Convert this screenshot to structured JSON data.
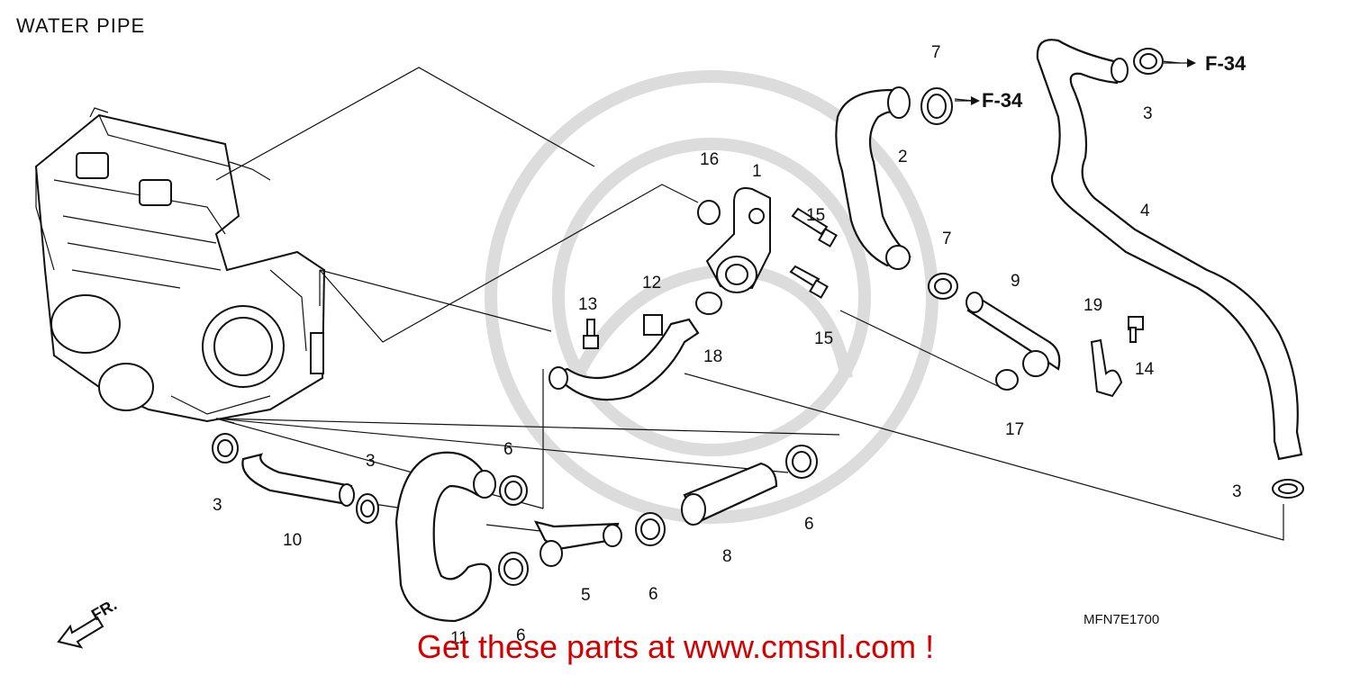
{
  "header": {
    "title": "WATER PIPE"
  },
  "footer": {
    "diagram_code": "MFN7E1700",
    "promo": "Get these parts at www.cmsnl.com !"
  },
  "direction_marker": {
    "label": "FR.",
    "icon": "front-arrow-icon"
  },
  "frame_refs": [
    {
      "id": "f34a",
      "label": "F-34"
    },
    {
      "id": "f34b",
      "label": "F-34"
    }
  ],
  "callouts": [
    {
      "id": "c1",
      "label": "1"
    },
    {
      "id": "c2",
      "label": "2"
    },
    {
      "id": "c3a",
      "label": "3"
    },
    {
      "id": "c3b",
      "label": "3"
    },
    {
      "id": "c3c",
      "label": "3"
    },
    {
      "id": "c3d",
      "label": "3"
    },
    {
      "id": "c4",
      "label": "4"
    },
    {
      "id": "c5",
      "label": "5"
    },
    {
      "id": "c6a",
      "label": "6"
    },
    {
      "id": "c6b",
      "label": "6"
    },
    {
      "id": "c6c",
      "label": "6"
    },
    {
      "id": "c6d",
      "label": "6"
    },
    {
      "id": "c7a",
      "label": "7"
    },
    {
      "id": "c7b",
      "label": "7"
    },
    {
      "id": "c8",
      "label": "8"
    },
    {
      "id": "c9",
      "label": "9"
    },
    {
      "id": "c10",
      "label": "10"
    },
    {
      "id": "c11",
      "label": "11"
    },
    {
      "id": "c12",
      "label": "12"
    },
    {
      "id": "c13",
      "label": "13"
    },
    {
      "id": "c14",
      "label": "14"
    },
    {
      "id": "c15a",
      "label": "15"
    },
    {
      "id": "c15b",
      "label": "15"
    },
    {
      "id": "c16",
      "label": "16"
    },
    {
      "id": "c17",
      "label": "17"
    },
    {
      "id": "c18",
      "label": "18"
    },
    {
      "id": "c19",
      "label": "19"
    }
  ]
}
